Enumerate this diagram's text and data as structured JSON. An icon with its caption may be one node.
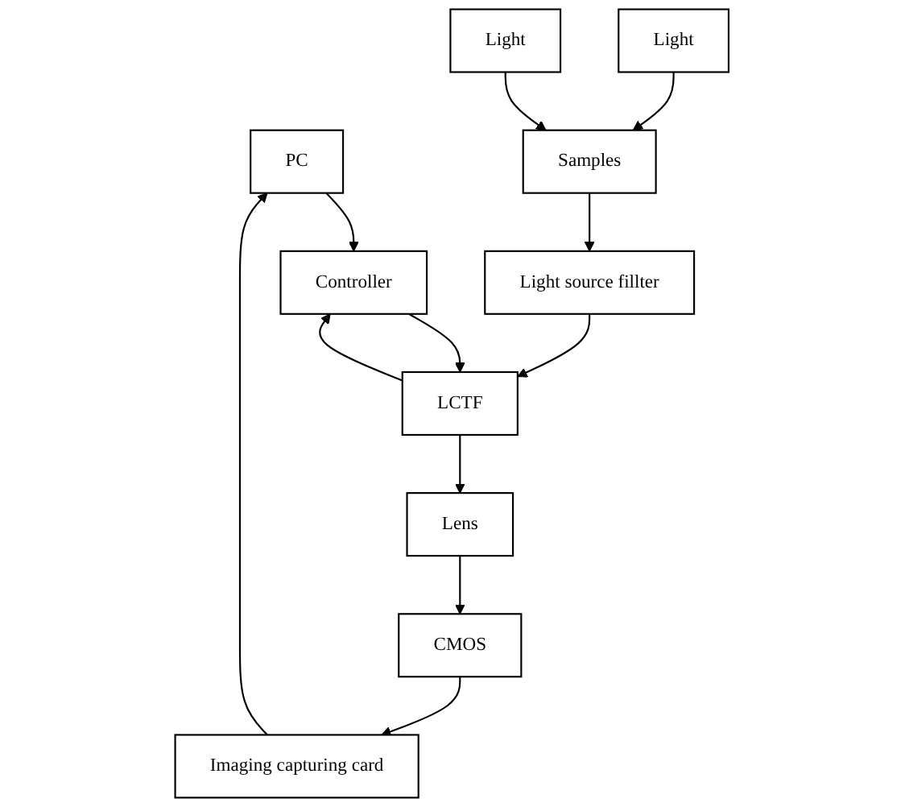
{
  "diagram": {
    "nodes": [
      {
        "text": [
          "PC"
        ]
      },
      {
        "text": [
          "Imaging capturing card"
        ]
      },
      {
        "text": [
          "Controller"
        ]
      },
      {
        "text": [
          "CMOS"
        ]
      },
      {
        "text": [
          "LCTF"
        ]
      },
      {
        "text": [
          "Lens"
        ]
      },
      {
        "text": [
          "Light source fillter"
        ]
      },
      {
        "text": [
          "Light"
        ]
      },
      {
        "text": [
          "Light"
        ]
      },
      {
        "text": [
          "Samples"
        ]
      }
    ],
    "edges": [
      {
        "from": 1,
        "to": 0,
        "arrow": "to"
      },
      {
        "from": 0,
        "to": 2,
        "arrow": "to"
      },
      {
        "from": 4,
        "to": 2,
        "arrow": "to"
      },
      {
        "from": 2,
        "to": 4,
        "arrow": "to"
      },
      {
        "from": 4,
        "to": 5,
        "arrow": "to"
      },
      {
        "from": 5,
        "to": 3,
        "arrow": "to"
      },
      {
        "from": 3,
        "to": 1,
        "arrow": "to"
      },
      {
        "from": 6,
        "to": 4,
        "arrow": "to"
      },
      {
        "from": 9,
        "to": 6,
        "arrow": "to"
      },
      {
        "from": 7,
        "to": 9,
        "arrow": "to"
      },
      {
        "from": 8,
        "to": 9,
        "arrow": "to"
      }
    ]
  }
}
